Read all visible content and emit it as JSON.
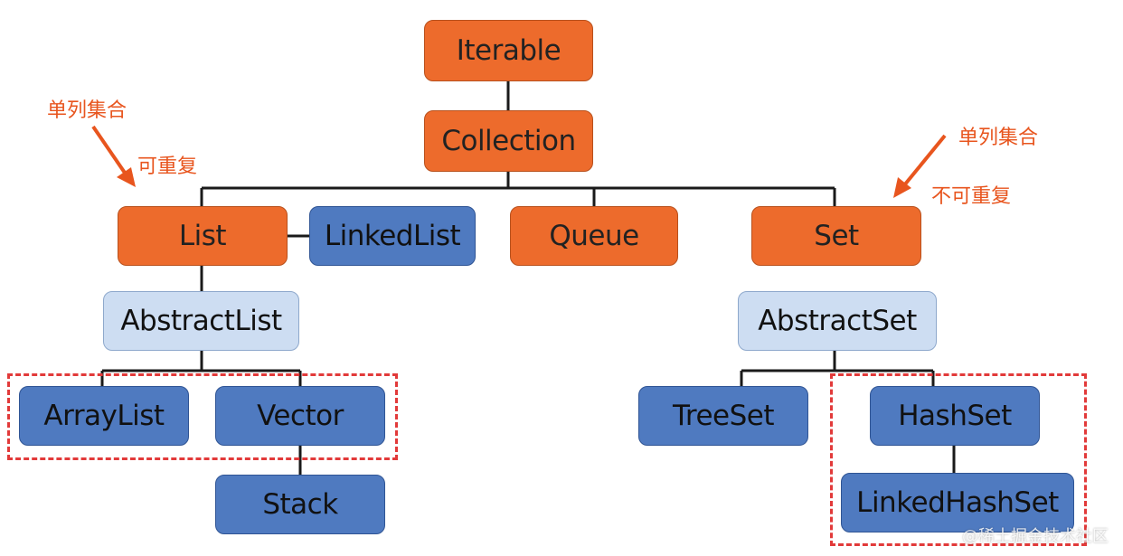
{
  "nodes": {
    "iterable": "Iterable",
    "collection": "Collection",
    "list": "List",
    "linkedlist": "LinkedList",
    "queue": "Queue",
    "set": "Set",
    "abstractlist": "AbstractList",
    "abstractset": "AbstractSet",
    "arraylist": "ArrayList",
    "vector": "Vector",
    "stack": "Stack",
    "treeset": "TreeSet",
    "hashset": "HashSet",
    "linkedhashset": "LinkedHashSet"
  },
  "annotations": {
    "left_label1": "单列集合",
    "left_label2": "可重复",
    "right_label1": "单列集合",
    "right_label2": "不可重复"
  },
  "watermark": "@稀土掘金技术社区",
  "colors": {
    "interface": "#ed6b2c",
    "abstract": "#cdddf2",
    "concrete": "#4f7ac0",
    "highlight": "#e23a3a",
    "annotation": "#e8551e"
  }
}
